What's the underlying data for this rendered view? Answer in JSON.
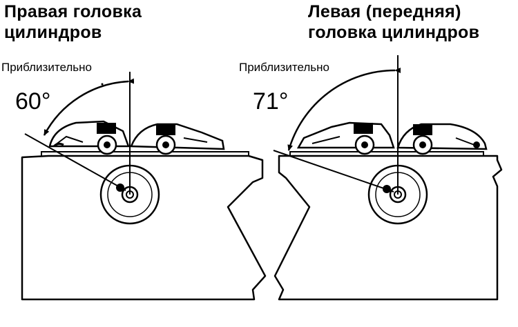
{
  "left": {
    "title_line1": "Правая головка",
    "title_line2": "цилиндров",
    "approx_label": "Приблизительно",
    "angle_label": "60°"
  },
  "right": {
    "title_line1": "Левая (передняя)",
    "title_line2": "головка цилиндров",
    "approx_label": "Приблизительно",
    "angle_label": "71°"
  }
}
